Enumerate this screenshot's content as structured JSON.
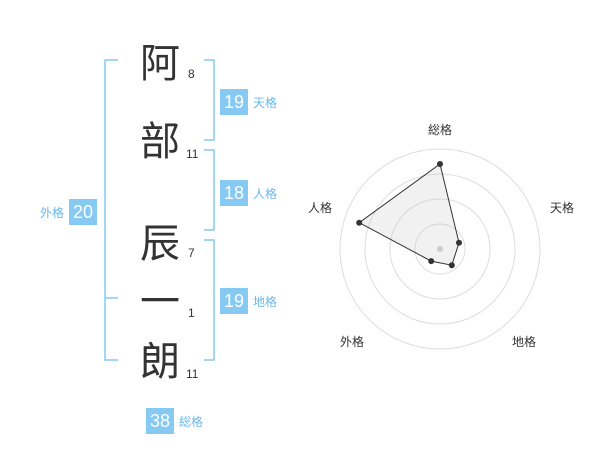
{
  "name_chars": [
    {
      "char": "阿",
      "strokes": "8"
    },
    {
      "char": "部",
      "strokes": "11"
    },
    {
      "char": "辰",
      "strokes": "7"
    },
    {
      "char": "一",
      "strokes": "1"
    },
    {
      "char": "朗",
      "strokes": "11"
    }
  ],
  "fortunes": {
    "tenkaku": {
      "value": "19",
      "label": "天格"
    },
    "jinkaku": {
      "value": "18",
      "label": "人格"
    },
    "chikaku": {
      "value": "19",
      "label": "地格"
    },
    "gaikaku": {
      "value": "20",
      "label": "外格"
    },
    "soukaku": {
      "value": "38",
      "label": "総格"
    }
  },
  "colors": {
    "accent": "#86c9f2",
    "accent_text": "#6ab8ea",
    "bracket": "#86c9f2"
  },
  "chart_data": {
    "type": "radar",
    "axes": [
      "総格",
      "天格",
      "地格",
      "外格",
      "人格"
    ],
    "values": [
      0.85,
      0.2,
      0.2,
      0.15,
      0.85
    ],
    "range": [
      0,
      1
    ],
    "rings": 4
  }
}
